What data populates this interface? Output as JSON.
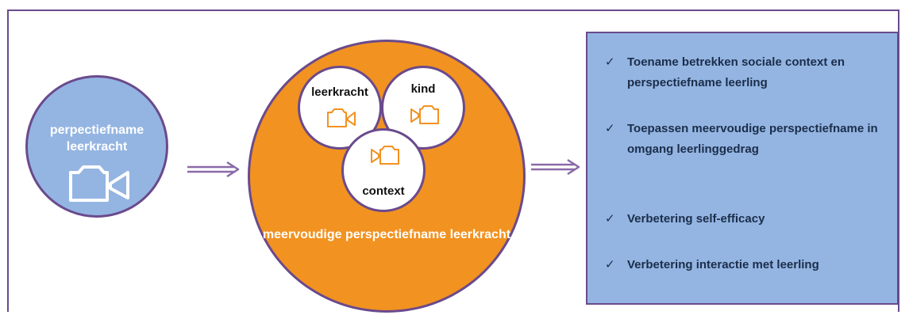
{
  "input": {
    "label": "perpectiefname leerkracht",
    "icon": "video-camera-icon",
    "color": "#94b5e2"
  },
  "process": {
    "label": "meervoudige perspectiefname leerkracht",
    "color": "#f29220",
    "perspectives": [
      {
        "label": "leerkracht",
        "icon": "video-camera-icon"
      },
      {
        "label": "kind",
        "icon": "video-camera-icon"
      },
      {
        "label": "context",
        "icon": "video-camera-icon"
      }
    ]
  },
  "outcomes": {
    "check_symbol": "✓",
    "items": [
      "Toename betrekken sociale context en perspectiefname leerling",
      "Toepassen meervoudige perspectiefname in omgang leerlinggedrag",
      "Verbetering self-efficacy",
      "Verbetering interactie met leerling"
    ]
  },
  "colors": {
    "border": "#6a4a8c",
    "blue": "#94b5e2",
    "orange": "#f29220"
  }
}
